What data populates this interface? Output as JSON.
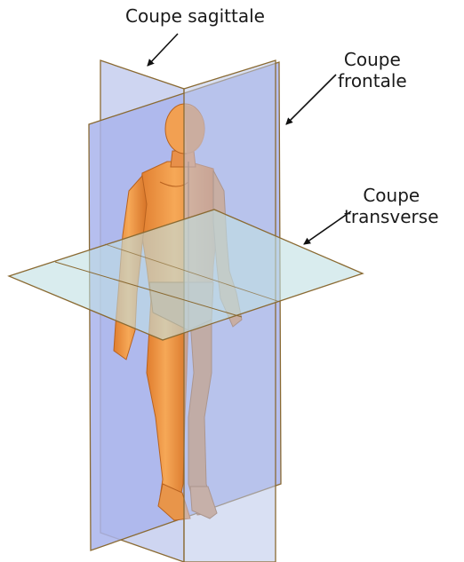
{
  "labels": {
    "sagittal": "Coupe sagittale",
    "frontal": [
      "Coupe",
      "frontale"
    ],
    "transverse": [
      "Coupe",
      "transverse"
    ]
  },
  "colors": {
    "frontal_plane": "#a9b4ec",
    "sagittal_plane": "#b9c6ea",
    "transverse_plane": "#bfe0e3",
    "plane_edge": "#8a6a32",
    "skin": "#f09a45",
    "skin_shadow": "#c9702a",
    "pointer": "#111111"
  },
  "icons": [
    "arrow-pointer",
    "human-figure"
  ]
}
